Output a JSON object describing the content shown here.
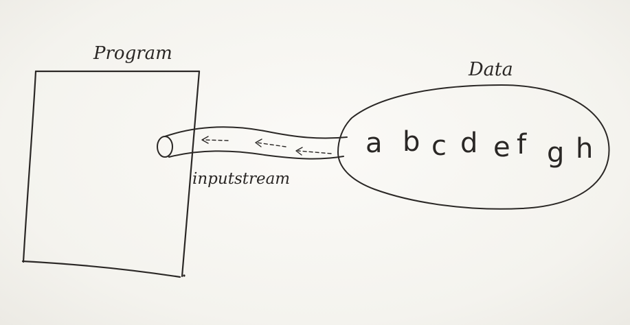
{
  "diagram": {
    "program_label": "Program",
    "data_label": "Data",
    "stream_label": "inputstream",
    "data_letters": [
      "a",
      "b",
      "c",
      "d",
      "e",
      "f",
      "g",
      "h"
    ],
    "ink_color": "#2a2725",
    "board_color": "#f7f6f2"
  }
}
